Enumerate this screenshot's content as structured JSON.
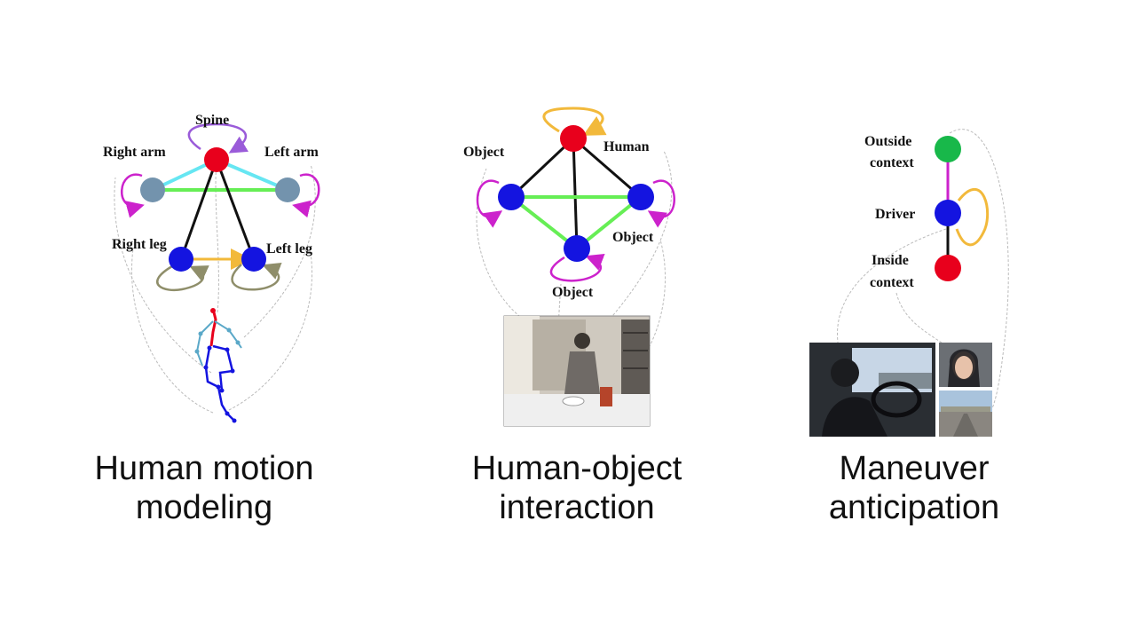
{
  "colors": {
    "red_node": "#e8001c",
    "blue_node": "#1414e0",
    "gray_node": "#7393ad",
    "green_node": "#18b84a",
    "purple_edge": "#cc22cc",
    "green_edge": "#66ee55",
    "cyan_edge": "#66e6f2",
    "orange_edge": "#f2b93b",
    "olive_loop": "#8f8e6a",
    "black_edge": "#111111",
    "spine_loop": "#9a5bd9"
  },
  "panels": {
    "motion": {
      "labels": {
        "spine": "Spine",
        "right_arm": "Right arm",
        "left_arm": "Left arm",
        "right_leg": "Right leg",
        "left_leg": "Left leg"
      },
      "caption": [
        "Human motion",
        "modeling"
      ],
      "image": "skeleton-figure"
    },
    "hoi": {
      "labels": {
        "object_left": "Object",
        "human": "Human",
        "object_right": "Object",
        "object_bottom": "Object"
      },
      "caption": [
        "Human-object",
        "interaction"
      ],
      "image": "kitchen-scene-photo"
    },
    "maneuver": {
      "labels": {
        "outside_line1": "Outside",
        "outside_line2": "context",
        "driver": "Driver",
        "inside_line1": "Inside",
        "inside_line2": "context"
      },
      "caption": [
        "Maneuver",
        "anticipation"
      ],
      "images": [
        "driver-cabin-photo",
        "driver-face-photo",
        "road-view-photo"
      ]
    }
  }
}
